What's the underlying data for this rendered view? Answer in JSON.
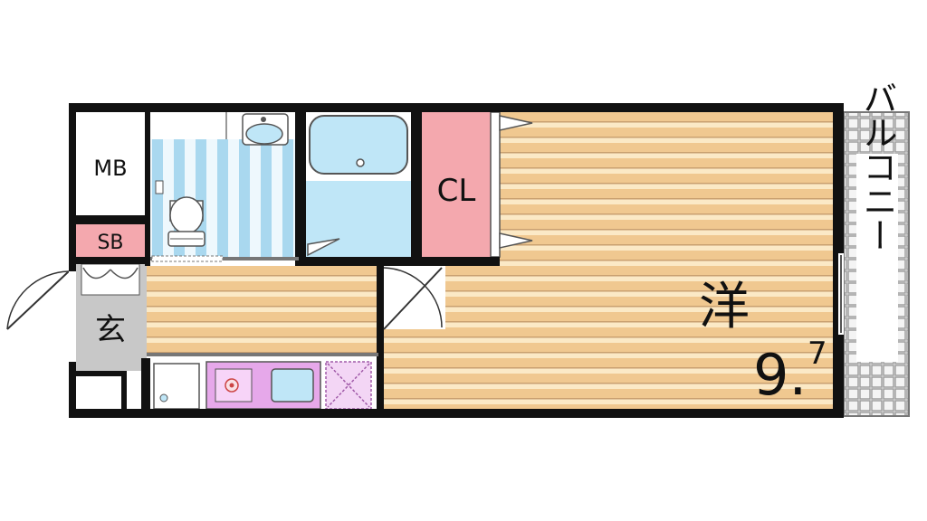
{
  "rooms": {
    "mb": "MB",
    "sb": "SB",
    "entrance": "玄",
    "closet": "CL",
    "western": "洋",
    "size_main": "9.",
    "size_sub": "7",
    "balcony": "バルコニー"
  },
  "colors": {
    "wall": "#111111",
    "floor_wood": "#f0c890",
    "floor_wood_light": "#fbe9c6",
    "bath_blue": "#bfe6f7",
    "toilet_stripe": "#a9d8ef",
    "closet_pink": "#f4a8ae",
    "sb_pink": "#f4a8ae",
    "kitchen_purple": "#e6a8ea",
    "entrance_gray": "#c8c8c8",
    "balcony_grid": "#9a9a9a"
  },
  "icons": [
    "sink-icon",
    "toilet-icon",
    "bathtub-icon",
    "stove-icon",
    "door-swing-icon"
  ]
}
